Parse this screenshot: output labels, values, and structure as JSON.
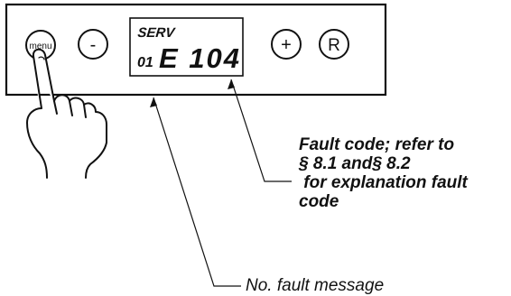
{
  "panel": {
    "buttons": {
      "menu": "menu",
      "minus": "-",
      "plus": "+",
      "reset": "R"
    },
    "display": {
      "top_text": "SERV",
      "count_text": "01",
      "code_text": "E 104"
    }
  },
  "annotations": {
    "fault_code": [
      "Fault code; refer to",
      "§ 8.1 and§ 8.2",
      " for explanation fault",
      "code"
    ],
    "fault_message": "No. fault message"
  },
  "colors": {
    "line": "#111111",
    "background": "#ffffff"
  }
}
